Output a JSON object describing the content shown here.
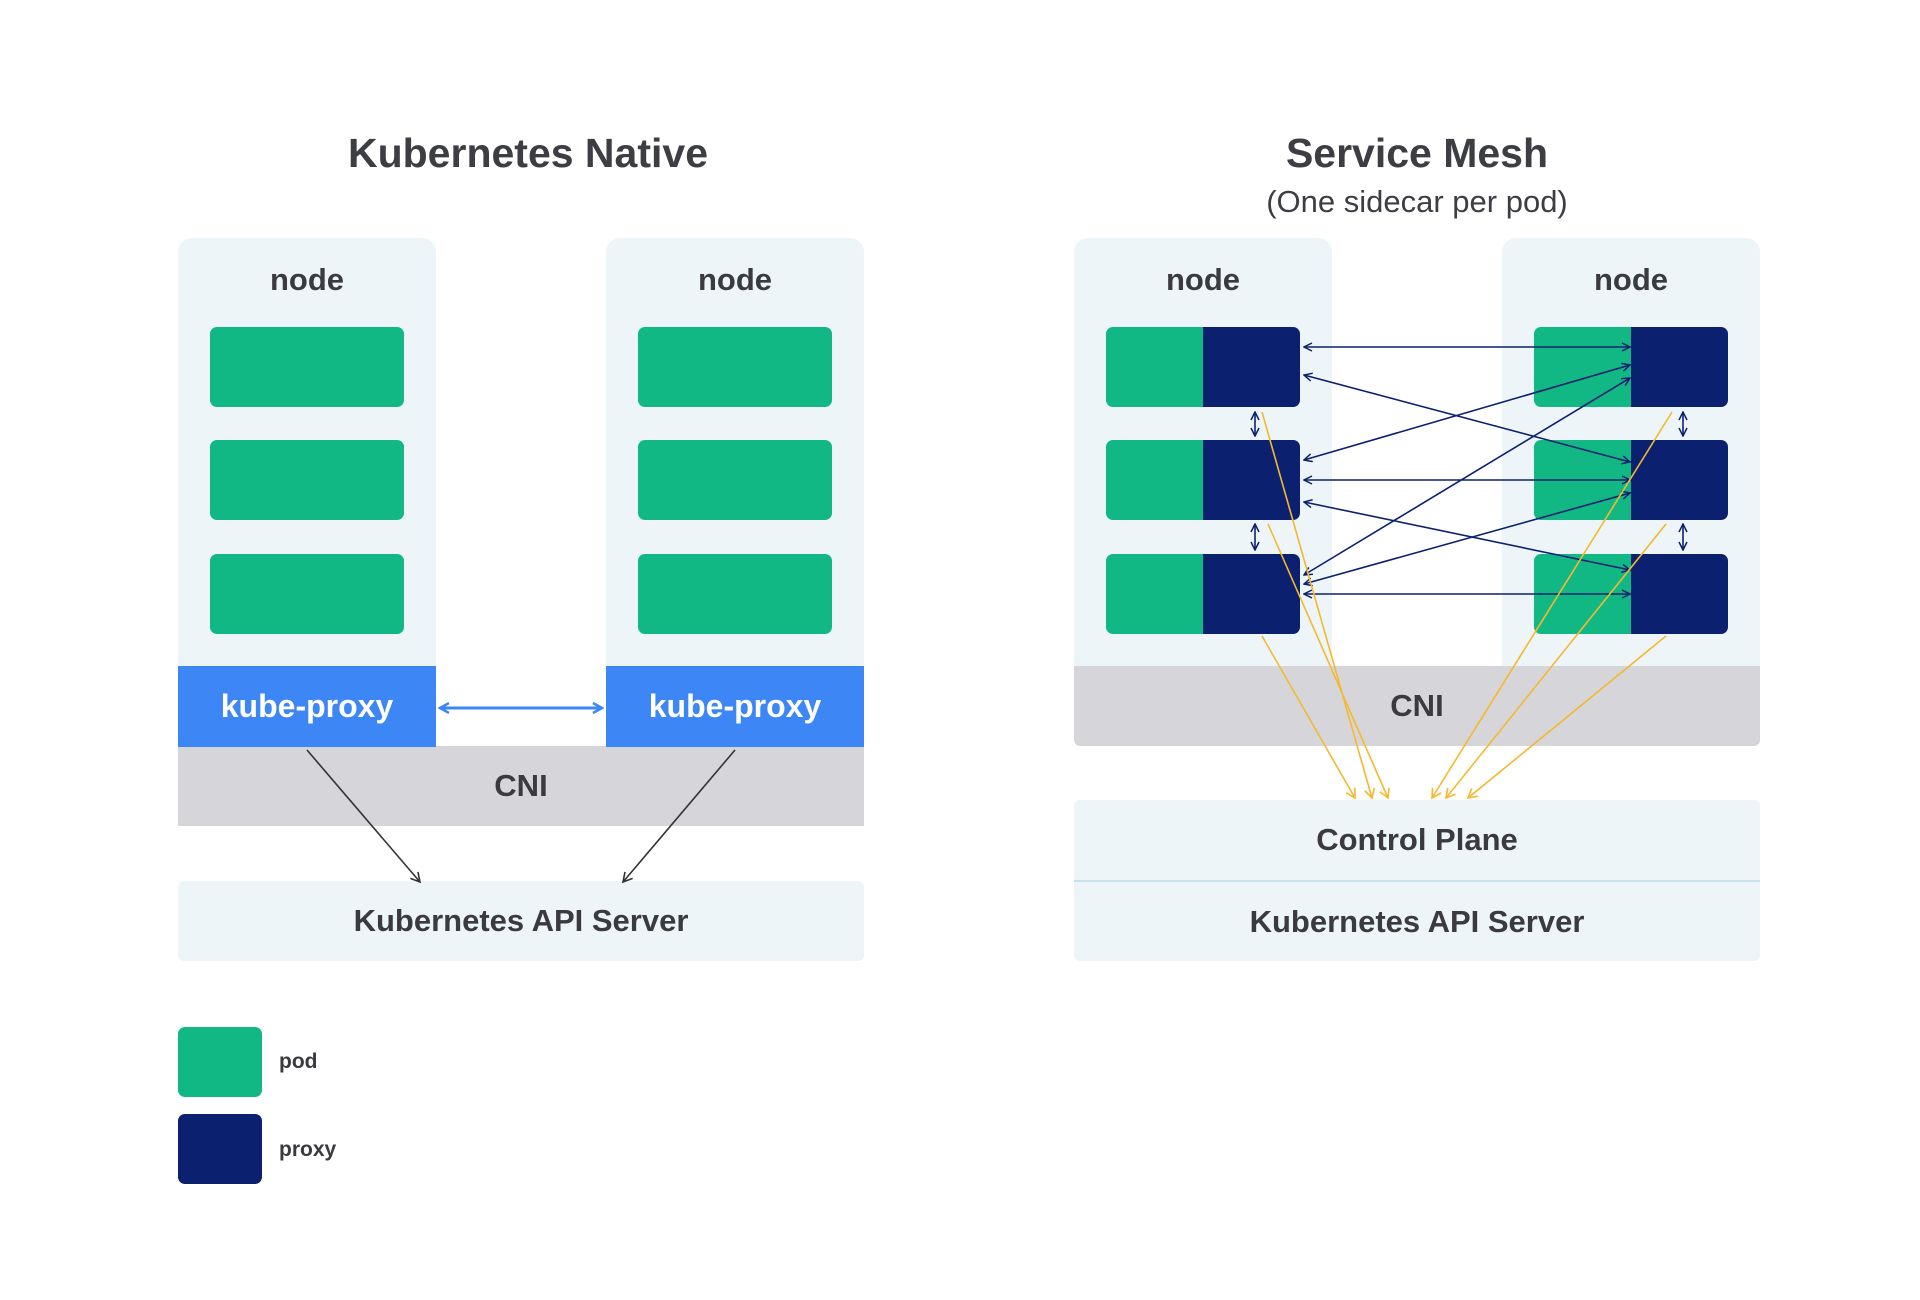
{
  "left": {
    "title": "Kubernetes Native",
    "nodes": [
      {
        "label": "node"
      },
      {
        "label": "node"
      }
    ],
    "kube_proxy_labels": [
      "kube-proxy",
      "kube-proxy"
    ],
    "cni_label": "CNI",
    "api_server_label": "Kubernetes API Server"
  },
  "right": {
    "title": "Service Mesh",
    "subtitle": "(One sidecar per pod)",
    "nodes": [
      {
        "label": "node"
      },
      {
        "label": "node"
      }
    ],
    "cni_label": "CNI",
    "control_plane_label": "Control Plane",
    "api_server_label": "Kubernetes API Server"
  },
  "legend": {
    "items": [
      {
        "label": "pod",
        "color": "#12b884"
      },
      {
        "label": "proxy",
        "color": "#0b2170"
      }
    ]
  },
  "colors": {
    "pod": "#12b884",
    "proxy": "#0b2170",
    "kube_proxy": "#3d86f5",
    "cni": "#d6d6da",
    "node_bg": "#eef5f9",
    "mesh_arrow": "#0b2170",
    "control_arrow": "#f5b82e",
    "api_arrow": "#333333"
  }
}
